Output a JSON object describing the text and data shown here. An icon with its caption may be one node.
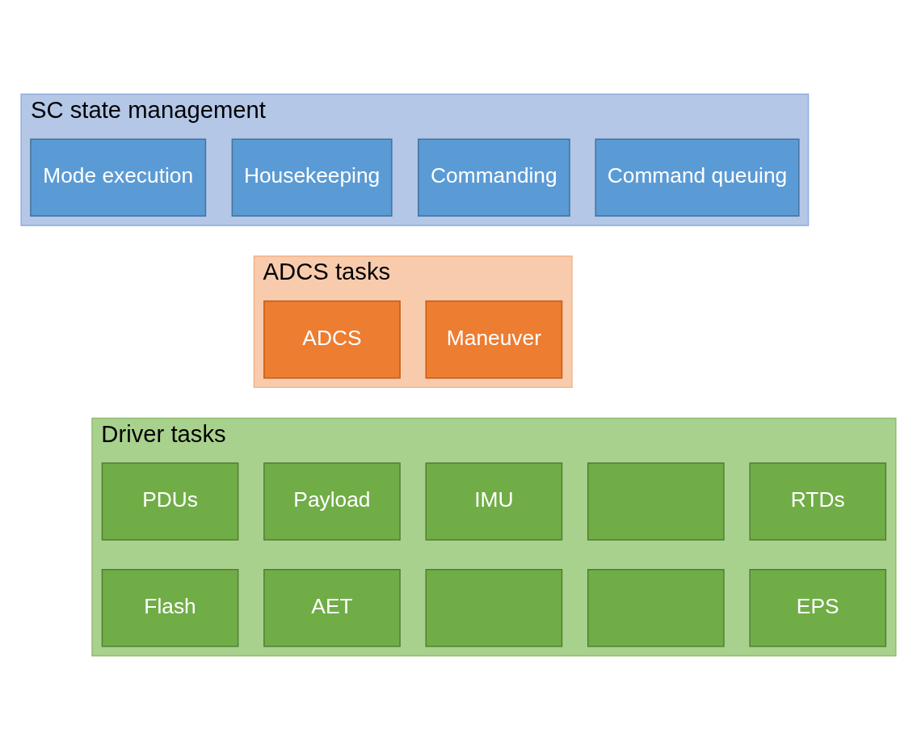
{
  "diagram": {
    "nodes": [
      {
        "text": [
          "SC state management"
        ]
      },
      {
        "text": [
          "Mode execution"
        ],
        "in": 0
      },
      {
        "text": [
          "Housekeeping"
        ],
        "in": 0
      },
      {
        "text": [
          "Commanding"
        ],
        "in": 0
      },
      {
        "text": [
          "Command queuing"
        ],
        "in": 0
      },
      {
        "text": [
          "ADCS tasks"
        ]
      },
      {
        "text": [
          "ADCS"
        ],
        "in": 5
      },
      {
        "text": [
          "Maneuver"
        ],
        "in": 5
      },
      {
        "text": [
          "Driver tasks"
        ]
      },
      {
        "text": [
          "PDUs"
        ],
        "in": 8
      },
      {
        "text": [
          "Payload"
        ],
        "in": 8
      },
      {
        "text": [
          "IMU"
        ],
        "in": 8
      },
      {
        "text": [],
        "shape": "box",
        "in": 8
      },
      {
        "text": [
          "RTDs"
        ],
        "in": 8
      },
      {
        "text": [
          "Flash"
        ],
        "in": 8
      },
      {
        "text": [
          "AET"
        ],
        "in": 8
      },
      {
        "text": [],
        "shape": "box",
        "in": 8
      },
      {
        "text": [],
        "shape": "box",
        "in": 8
      },
      {
        "text": [
          "EPS"
        ],
        "in": 8
      }
    ],
    "edges": []
  }
}
